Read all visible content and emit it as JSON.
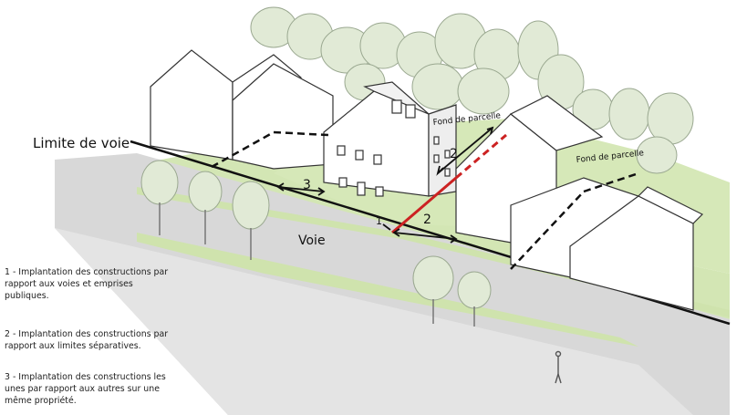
{
  "labels": {
    "limite_voie": "Limite de voie",
    "voie": "Voie",
    "fond_parcelle_1": "Fond de parcelle",
    "fond_parcelle_2": "Fond de parcelle"
  },
  "markers": [
    "1",
    "2",
    "2",
    "3"
  ],
  "legend": [
    {
      "lines": [
        "1 - Implantation des constructions par",
        "rapport aux voies et emprises",
        "publiques."
      ]
    },
    {
      "lines": [
        "2 - Implantation des constructions par",
        "rapport aux limites séparatives."
      ]
    },
    {
      "lines": [
        "3 - Implantation des constructions les",
        "unes par rapport aux autres sur une",
        "même propriété."
      ]
    }
  ],
  "colors": {
    "grass": "#d3e6b4",
    "road": "#d8d8d8",
    "separative_limit": "#cc2222",
    "tree": "#e1ead6",
    "building": "#ffffff"
  }
}
